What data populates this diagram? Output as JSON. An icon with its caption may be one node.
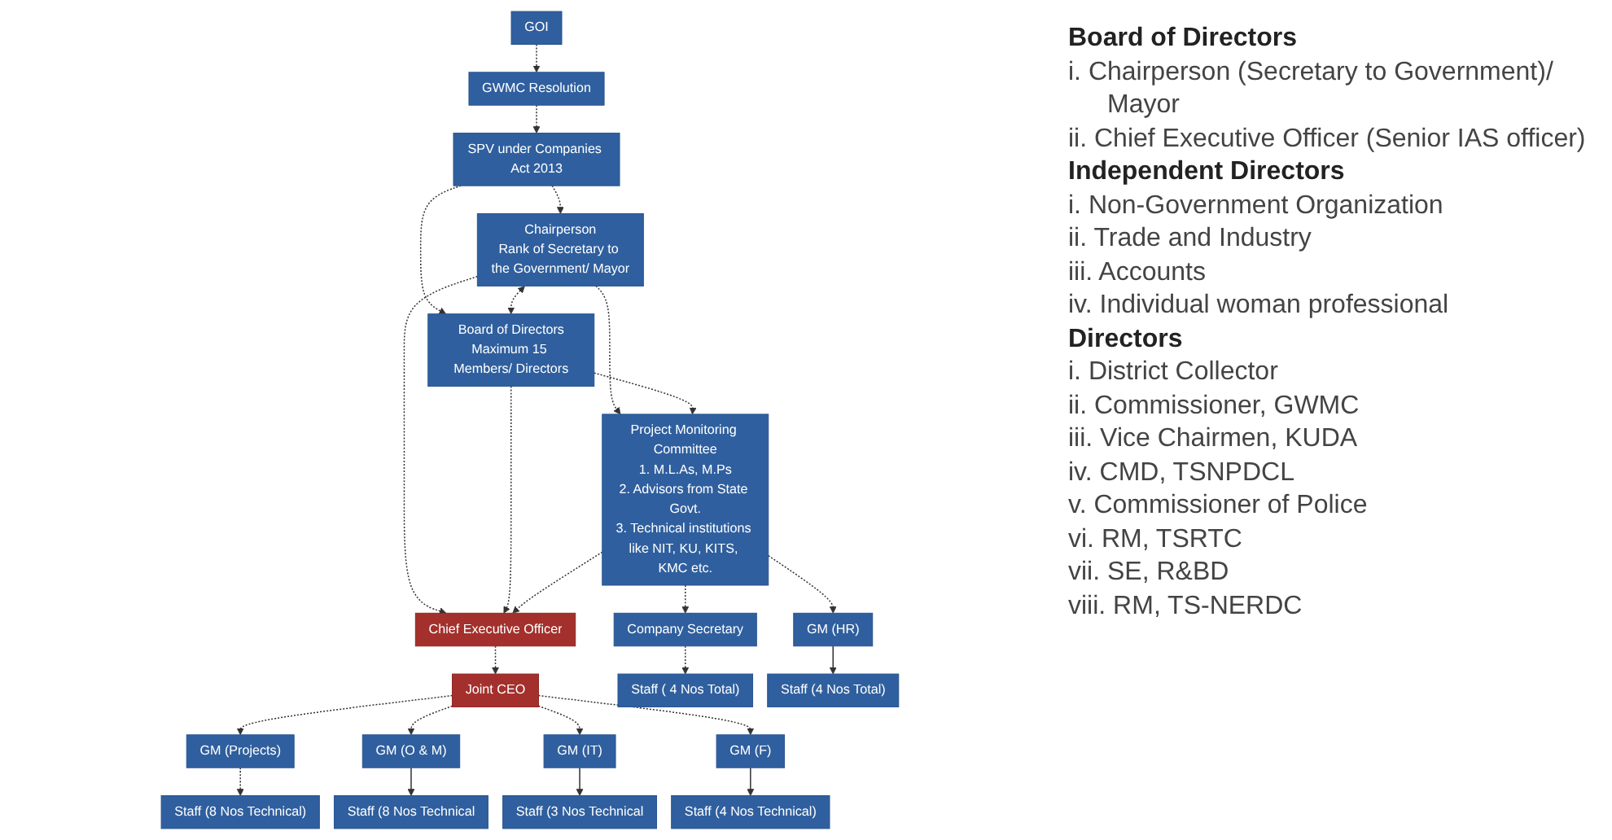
{
  "diagram": {
    "nodes": [
      {
        "text": [
          "GOI"
        ]
      },
      {
        "text": [
          "GWMC Resolution"
        ]
      },
      {
        "text": [
          "SPV under Companies Act 2013"
        ]
      },
      {
        "text": [
          "Chairperson",
          "Rank of Secretary to the Government/ Mayor"
        ]
      },
      {
        "text": [
          "Board of Directors",
          "Maximum 15 Members/ Directors"
        ]
      },
      {
        "text": [
          "Chief Executive Officer"
        ]
      },
      {
        "text": [
          "Project Monitoring Committee",
          "1. M.L.As, M.Ps",
          "2. Advisors from State Govt.",
          "3. Technical institutions like NIT, KU, KITS, KMC etc."
        ]
      },
      {
        "text": [
          "Joint CEO"
        ]
      },
      {
        "text": [
          "GM (Projects)"
        ]
      },
      {
        "text": [
          "GM (O & M)"
        ]
      },
      {
        "text": [
          "GM (IT)"
        ]
      },
      {
        "text": [
          "GM (F)"
        ]
      },
      {
        "text": [
          "Company Secretary"
        ]
      },
      {
        "text": [
          "GM (HR)"
        ]
      },
      {
        "text": [
          "Staff (8 Nos Technical)"
        ]
      },
      {
        "text": [
          "Staff (8 Nos Technical"
        ]
      },
      {
        "text": [
          "Staff (3 Nos Technical"
        ]
      },
      {
        "text": [
          "Staff (4 Nos Technical)"
        ]
      },
      {
        "text": [
          "Staff ( 4 Nos Total)"
        ]
      },
      {
        "text": [
          "Staff (4 Nos Total)"
        ]
      }
    ],
    "edges": [
      {
        "from": 0,
        "to": 1,
        "arrow": "to",
        "style": "dashed"
      },
      {
        "from": 1,
        "to": 2,
        "arrow": "to",
        "style": "dashed"
      },
      {
        "from": 2,
        "to": 3,
        "arrow": "to",
        "style": "dashed"
      },
      {
        "from": 2,
        "to": 4,
        "arrow": "to",
        "style": "dashed"
      },
      {
        "from": 3,
        "to": 4,
        "arrow": "both",
        "style": "dashed"
      },
      {
        "from": 3,
        "to": 5,
        "arrow": "to",
        "style": "dashed"
      },
      {
        "from": 3,
        "to": 6,
        "arrow": "to",
        "style": "dashed"
      },
      {
        "from": 4,
        "to": 5,
        "arrow": "to",
        "style": "dashed"
      },
      {
        "from": 4,
        "to": 6,
        "arrow": "to",
        "style": "dashed"
      },
      {
        "from": 6,
        "to": 5,
        "arrow": "to",
        "style": "dashed"
      },
      {
        "from": 6,
        "to": 12,
        "arrow": "to",
        "style": "dashed"
      },
      {
        "from": 6,
        "to": 13,
        "arrow": "to",
        "style": "dashed"
      },
      {
        "from": 5,
        "to": 7,
        "arrow": "to",
        "style": "dashed"
      },
      {
        "from": 7,
        "to": 8,
        "arrow": "to",
        "style": "dashed"
      },
      {
        "from": 7,
        "to": 9,
        "arrow": "to",
        "style": "dashed"
      },
      {
        "from": 7,
        "to": 10,
        "arrow": "to",
        "style": "dashed"
      },
      {
        "from": 7,
        "to": 11,
        "arrow": "to",
        "style": "dashed"
      },
      {
        "from": 8,
        "to": 14,
        "arrow": "to",
        "style": "dashed"
      },
      {
        "from": 9,
        "to": 15,
        "arrow": "to"
      },
      {
        "from": 10,
        "to": 16,
        "arrow": "to"
      },
      {
        "from": 11,
        "to": 17,
        "arrow": "to"
      },
      {
        "from": 12,
        "to": 18,
        "arrow": "to",
        "style": "dashed"
      },
      {
        "from": 13,
        "to": 19,
        "arrow": "to"
      }
    ],
    "labels": [
      "Board of Directors",
      "i. Chairperson (Secretary to Government)/ Mayor",
      "ii. Chief Executive Officer (Senior IAS officer)",
      "Independent Directors",
      "i. Non-Government Organization",
      "ii. Trade and Industry",
      "iii. Accounts",
      "iv. Individual woman professional",
      "Directors",
      "i. District Collector",
      "ii. Commissioner, GWMC",
      "iii. Vice Chairmen, KUDA",
      "iv. CMD, TSNPDCL",
      "v. Commissioner of Police",
      "vi. RM, TSRTC",
      "vii. SE, R&BD",
      "viii. RM, TS-NERDC"
    ]
  }
}
